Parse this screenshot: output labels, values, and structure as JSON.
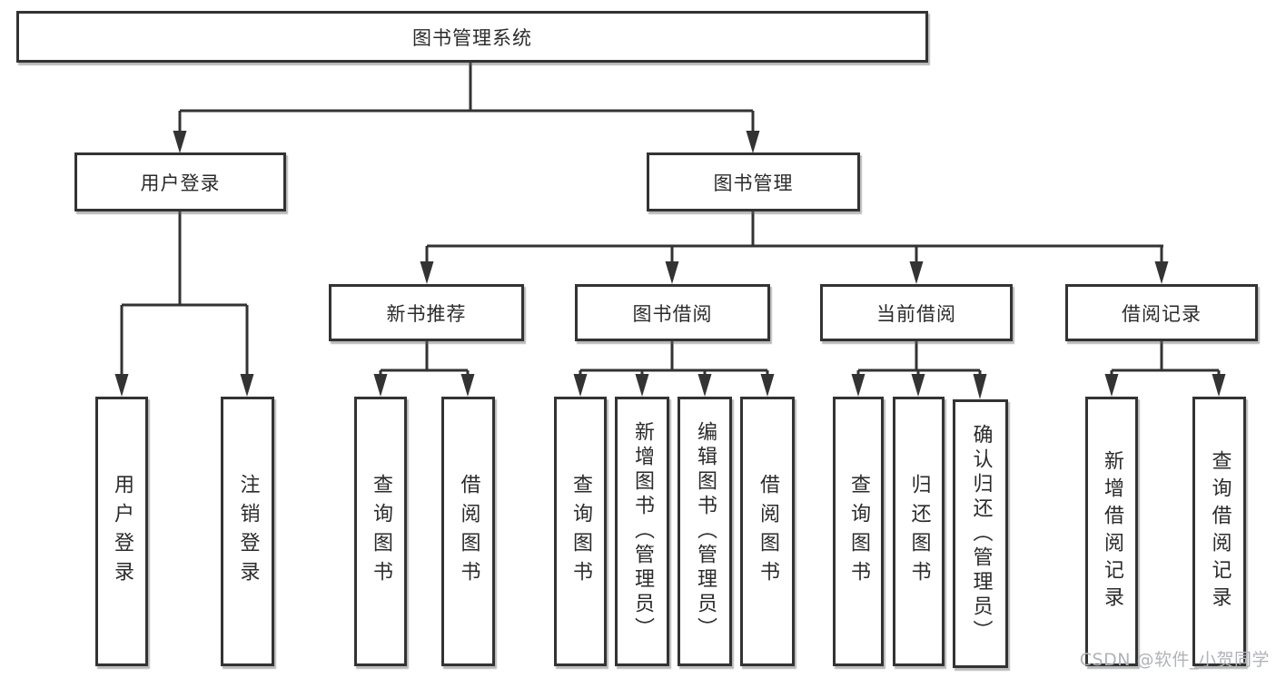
{
  "tree": {
    "label": "图书管理系统",
    "children": [
      {
        "label": "用户登录",
        "children": [
          {
            "label": "用户登录"
          },
          {
            "label": "注销登录"
          }
        ]
      },
      {
        "label": "图书管理",
        "children": [
          {
            "label": "新书推荐",
            "children": [
              {
                "label": "查询图书"
              },
              {
                "label": "借阅图书"
              }
            ]
          },
          {
            "label": "图书借阅",
            "children": [
              {
                "label": "查询图书"
              },
              {
                "label": "新增图书（管理员）"
              },
              {
                "label": "编辑图书（管理员）"
              },
              {
                "label": "借阅图书"
              }
            ]
          },
          {
            "label": "当前借阅",
            "children": [
              {
                "label": "查询图书"
              },
              {
                "label": "归还图书"
              },
              {
                "label": "确认归还（管理员）"
              }
            ]
          },
          {
            "label": "借阅记录",
            "children": [
              {
                "label": "新增借阅记录"
              },
              {
                "label": "查询借阅记录"
              }
            ]
          }
        ]
      }
    ]
  },
  "watermark": {
    "text": "CSDN @软件_小贺同学"
  },
  "colors": {
    "line": "#333333",
    "box_border": "#333333",
    "box_fill": "#ffffff",
    "text": "#2b2b2b",
    "watermark": "#b0b3b8",
    "background": "#ffffff"
  }
}
